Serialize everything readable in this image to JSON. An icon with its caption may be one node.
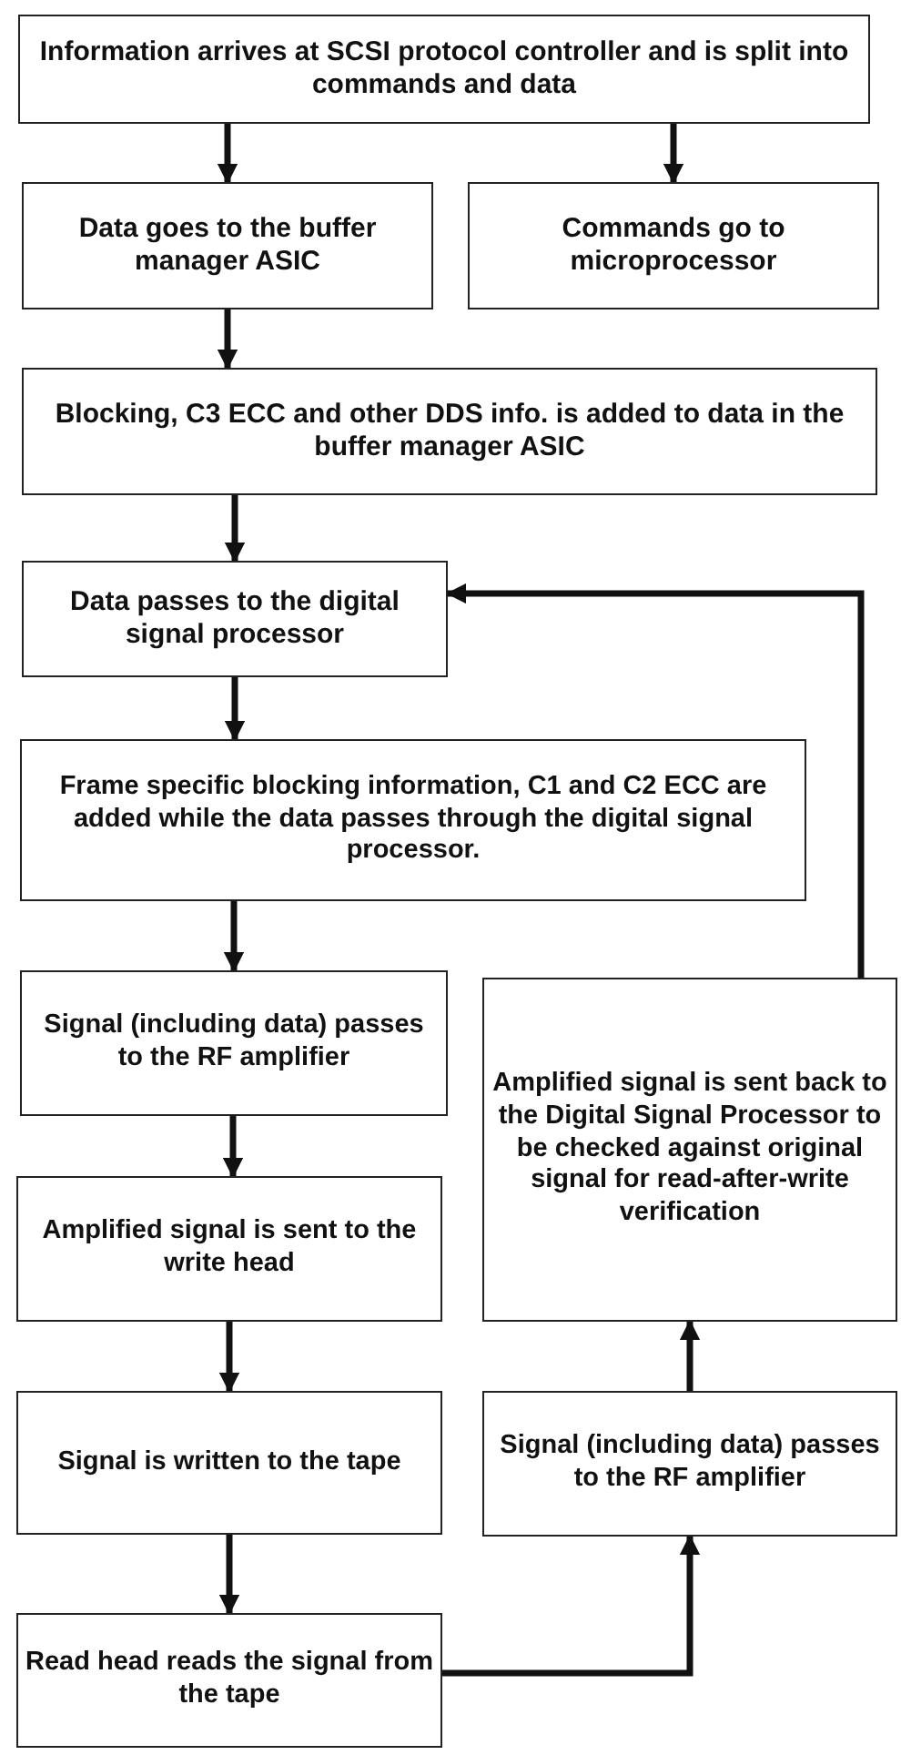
{
  "diagram": {
    "nodes": [
      {
        "text": [
          "Information arrives at SCSI protocol controller and is split into commands and data"
        ]
      },
      {
        "text": [
          "Data goes to the buffer manager ASIC"
        ]
      },
      {
        "text": [
          "Commands go to microprocessor"
        ]
      },
      {
        "text": [
          "Blocking, C3 ECC and other DDS info. is added to data in the buffer manager ASIC"
        ]
      },
      {
        "text": [
          "Data passes to the digital signal processor"
        ]
      },
      {
        "text": [
          "Frame specific blocking information, C1 and C2 ECC are added while the data passes through the digital signal processor."
        ]
      },
      {
        "text": [
          "Signal (including data) passes to the RF amplifier"
        ]
      },
      {
        "text": [
          "Amplified signal is sent to the write head"
        ]
      },
      {
        "text": [
          "Signal is written to the tape"
        ]
      },
      {
        "text": [
          "Read head reads the signal from the tape"
        ]
      },
      {
        "text": [
          "Amplified signal is sent back to the Digital Signal Processor to be checked against original signal for read-after-write verification"
        ]
      },
      {
        "text": [
          "Signal (including data) passes to the RF amplifier"
        ]
      }
    ],
    "edges": [
      {
        "from": 0,
        "to": 1,
        "arrow": "to"
      },
      {
        "from": 0,
        "to": 2,
        "arrow": "to"
      },
      {
        "from": 1,
        "to": 3,
        "arrow": "to"
      },
      {
        "from": 3,
        "to": 4,
        "arrow": "to"
      },
      {
        "from": 4,
        "to": 5,
        "arrow": "to"
      },
      {
        "from": 5,
        "to": 6,
        "arrow": "to"
      },
      {
        "from": 6,
        "to": 7,
        "arrow": "to"
      },
      {
        "from": 7,
        "to": 8,
        "arrow": "to"
      },
      {
        "from": 8,
        "to": 9,
        "arrow": "to"
      },
      {
        "from": 9,
        "to": 11,
        "arrow": "to"
      },
      {
        "from": 11,
        "to": 10,
        "arrow": "to"
      },
      {
        "from": 10,
        "to": 4,
        "arrow": "to"
      }
    ]
  }
}
